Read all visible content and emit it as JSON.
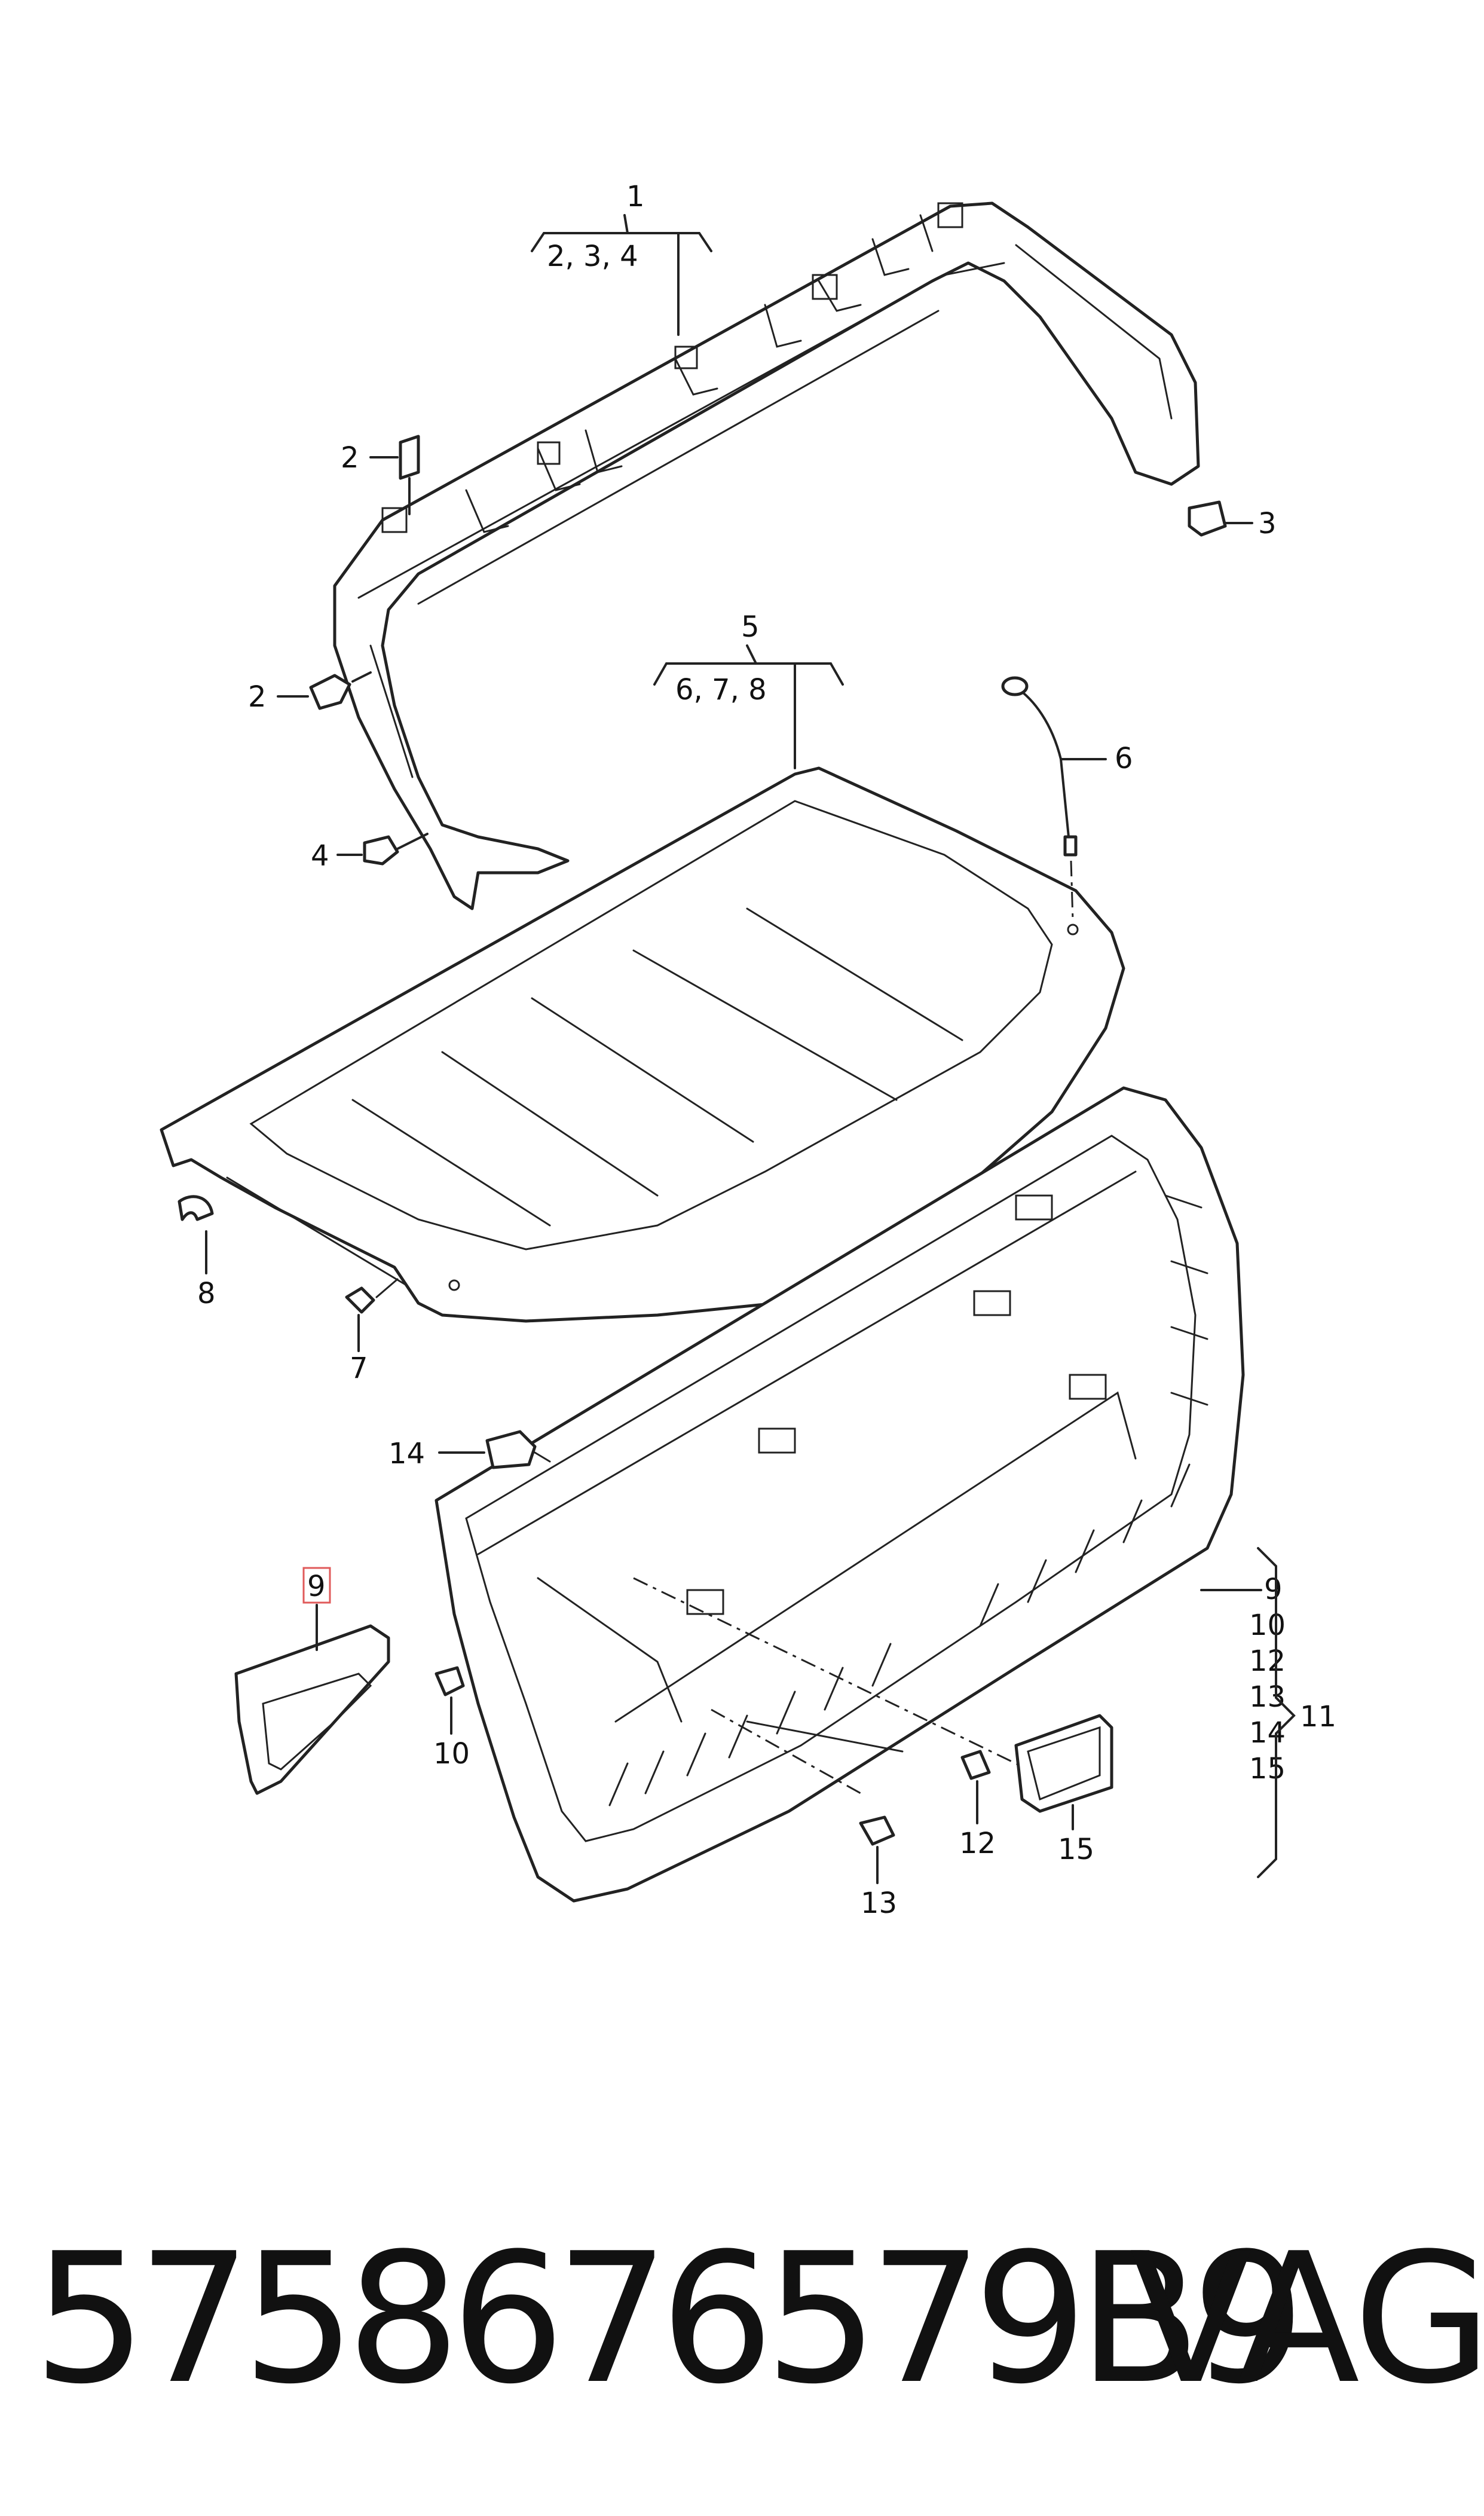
{
  "callouts": {
    "c1": "1",
    "c1_sub": "2, 3, 4",
    "c2a": "2",
    "c2b": "2",
    "c3": "3",
    "c4": "4",
    "c5": "5",
    "c5_sub": "6, 7, 8",
    "c6": "6",
    "c7": "7",
    "c8": "8",
    "c9_boxed": "9",
    "c10": "10",
    "c11": "11",
    "c11_list": [
      "9",
      "10",
      "12",
      "13",
      "14",
      "15"
    ],
    "c12": "12",
    "c13": "13",
    "c14": "14",
    "c15": "15"
  },
  "footer": {
    "part_number": "5758676579B9",
    "brand": "VAG"
  },
  "colors": {
    "line": "#222222",
    "highlight_box": "#e05a5a",
    "background": "#ffffff"
  }
}
